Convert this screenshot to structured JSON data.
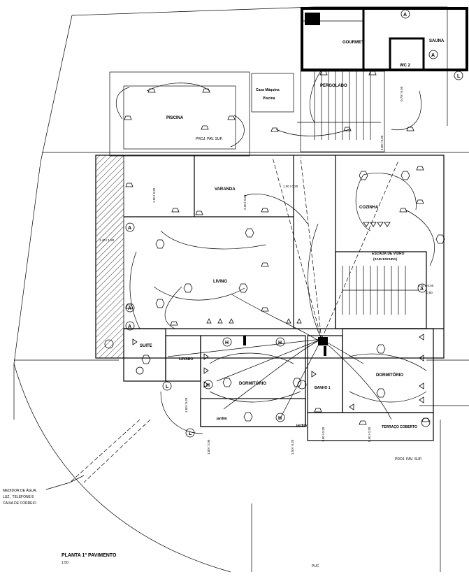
{
  "rooms": {
    "gourmet": "GOURMET",
    "sauna": "SAUNA",
    "wc2": "WC 2",
    "piscina": "PISCINA",
    "pergolado": "PERGOLADO",
    "casa_maquina": "Casa Máquina",
    "piscina_small": "Piscina",
    "varanda": "VARANDA",
    "cozinha": "COZINHA",
    "escada": "ESCADA DE VIDRO",
    "escada_sub": "(SAID ESCURA)",
    "living": "LIVING",
    "suite": "SUITE",
    "lavabo": "LAVABO",
    "dormitorio": "DORMITÓRIO",
    "dormitorio2": "DORMITÓRIO",
    "banho1": "BANHO 1",
    "terraco": "TERRAÇO COBERTO",
    "jardim": "jardim",
    "jardim2": "jardim"
  },
  "notes": {
    "proj_pav_sup_top": "PROJ. PAV. SUP.",
    "proj_pav_sup_bottom": "PROJ. PAV. SUP.",
    "medidor": [
      "MEDIDOR DE ÁGUA,",
      "LUZ , TELEFONE E",
      "CAIXA DE CORREIO"
    ],
    "planta_title": "PLANTA 1º PAVIMENTO",
    "scale": "1:50",
    "puc": "PUC"
  },
  "dims": {
    "d1": "1.50 / 0.20",
    "d2": "2.20 / 0.20",
    "d3": "1.50 / 0.20",
    "d4": "1.00 / 0.20",
    "d5": "1.40 / 1.50",
    "d6": "0.70 / 0.50",
    "d7": "0.70 x 0.50",
    "d8": "0.50",
    "d9": "1.50 / 0.20",
    "d10": "1.00 / 2.00",
    "d11": "1.50 / 0.20",
    "d12": "1.50 / 0.20",
    "d13": "0.50 / 0.20",
    "d14": "1.00 / 0.20",
    "d15": "1.00"
  },
  "symbols": {
    "A": "A",
    "L": "L",
    "H": "H"
  }
}
